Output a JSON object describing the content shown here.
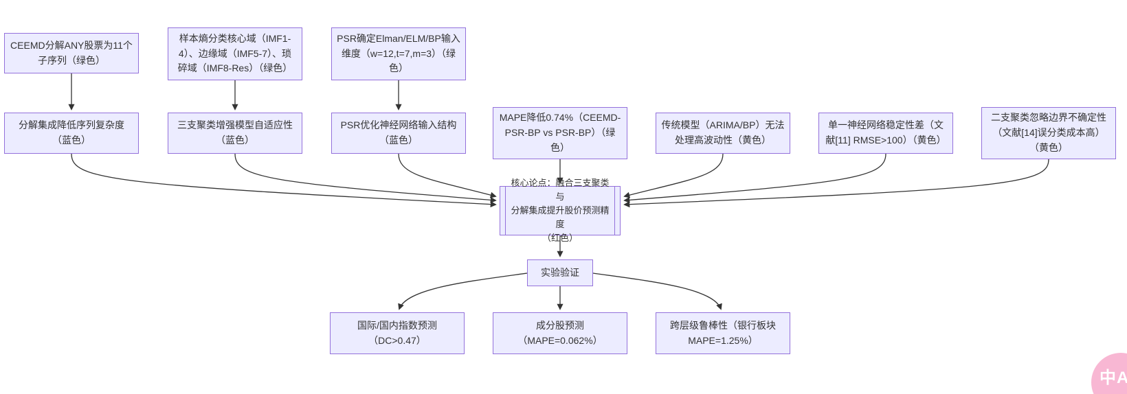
{
  "colors": {
    "background": "#FFFFFF",
    "node_fill": "#ECECFF",
    "node_border": "#9370DB",
    "text": "#333333",
    "edge": "#333333",
    "badge_bg": "#F8B7D3",
    "badge_text": "#FFFFFF"
  },
  "diagram": {
    "nodes": {
      "ceemd": {
        "label": "CEEMD分解ANY股票为11个\n子序列（绿色）"
      },
      "sample_entropy": {
        "label": "样本熵分类核心域（IMF1-\n4）、边缘域（IMF5-7）、琐\n碎域（IMF8-Res）（绿色）"
      },
      "psr_dimension": {
        "label": "PSR确定Elman/ELM/BP输入\n维度（w=12,t=7,m=3）（绿\n色）"
      },
      "decomposition_benefit": {
        "label": "分解集成降低序列复杂度\n（蓝色）"
      },
      "three_way_benefit": {
        "label": "三支聚类增强模型自适应性\n（蓝色）"
      },
      "psr_structure_benefit": {
        "label": "PSR优化神经网络输入结构\n（蓝色）"
      },
      "mape_evidence": {
        "label": "MAPE降低0.74%（CEEMD-\nPSR-BP vs PSR-BP）（绿\n色）"
      },
      "traditional_limitation": {
        "label": "传统模型（ARIMA/BP）无法\n处理高波动性（黄色）"
      },
      "single_nn_limitation": {
        "label": "单一神经网络稳定性差（文\n献[11] RMSE>100）（黄色）"
      },
      "two_way_limitation": {
        "label": "二支聚类忽略边界不确定性\n（文献[14]误分类成本高）\n（黄色）"
      },
      "core_thesis": {
        "label": "核心论点：融合三支聚类与\n分解集成提升股价预测精度\n（红色）"
      },
      "experiment": {
        "label": "实验验证"
      },
      "index_prediction": {
        "label": "国际/国内指数预测\n（DC>0.47）"
      },
      "component_prediction": {
        "label": "成分股预测\n（MAPE=0.062%）"
      },
      "robustness": {
        "label": "跨层级鲁棒性（银行板块\nMAPE=1.25%）"
      }
    },
    "edges": [
      {
        "from": "ceemd",
        "to": "decomposition_benefit"
      },
      {
        "from": "sample_entropy",
        "to": "three_way_benefit"
      },
      {
        "from": "psr_dimension",
        "to": "psr_structure_benefit"
      },
      {
        "from": "decomposition_benefit",
        "to": "core_thesis"
      },
      {
        "from": "three_way_benefit",
        "to": "core_thesis"
      },
      {
        "from": "psr_structure_benefit",
        "to": "core_thesis"
      },
      {
        "from": "mape_evidence",
        "to": "core_thesis"
      },
      {
        "from": "traditional_limitation",
        "to": "core_thesis"
      },
      {
        "from": "single_nn_limitation",
        "to": "core_thesis"
      },
      {
        "from": "two_way_limitation",
        "to": "core_thesis"
      },
      {
        "from": "core_thesis",
        "to": "experiment"
      },
      {
        "from": "experiment",
        "to": "index_prediction"
      },
      {
        "from": "experiment",
        "to": "component_prediction"
      },
      {
        "from": "experiment",
        "to": "robustness"
      }
    ]
  },
  "badge": {
    "label": "中A"
  }
}
